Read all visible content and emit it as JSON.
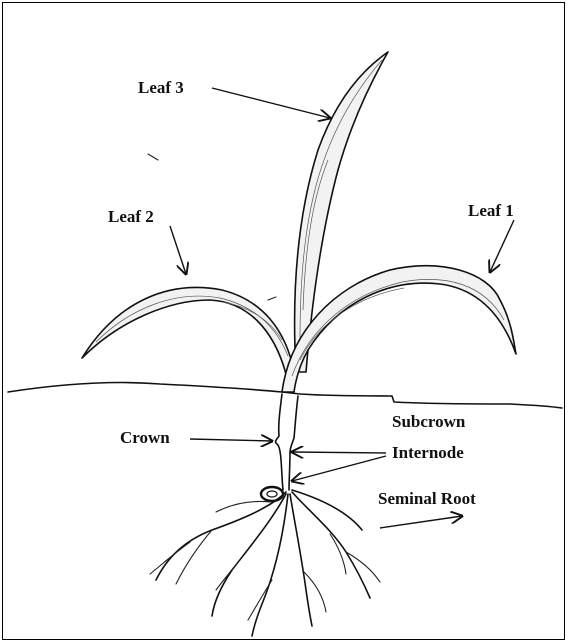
{
  "labels": {
    "leaf3": "Leaf 3",
    "leaf2": "Leaf 2",
    "leaf1": "Leaf 1",
    "crown": "Crown",
    "subcrown": "Subcrown",
    "internode": "Internode",
    "seminal_root": "Seminal Root"
  }
}
